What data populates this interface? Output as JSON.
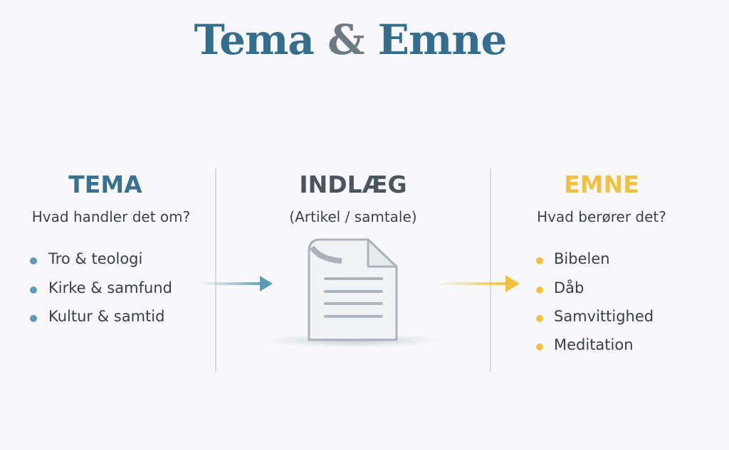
{
  "title": {
    "part1": "Tema",
    "amp": "&",
    "part2": "Emne"
  },
  "columns": {
    "tema": {
      "heading": "TEMA",
      "subtitle": "Hvad handler det om?",
      "items": [
        "Tro & teologi",
        "Kirke & samfund",
        "Kultur & samtid"
      ],
      "color": "#3b7190"
    },
    "indlaeg": {
      "heading": "INDLÆG",
      "subtitle": "(Artikel / samtale)",
      "icon": "document-icon",
      "color": "#4a5560"
    },
    "emne": {
      "heading": "EMNE",
      "subtitle": "Hvad berører det?",
      "items": [
        "Bibelen",
        "Dåb",
        "Samvittighed",
        "Meditation"
      ],
      "color": "#f0c040"
    }
  }
}
